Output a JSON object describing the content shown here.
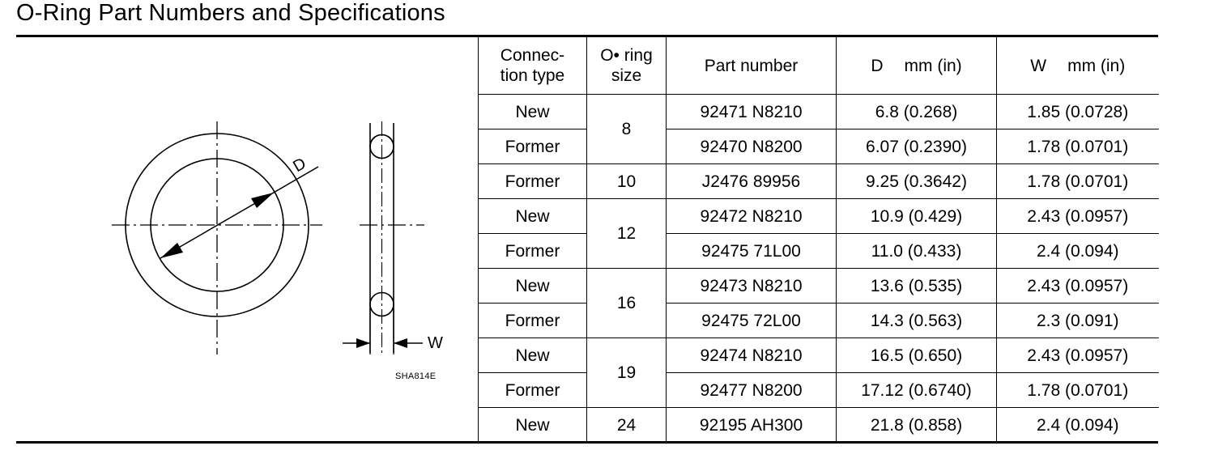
{
  "page": {
    "title": "O-Ring Part Numbers and Specifications"
  },
  "figure": {
    "label_d": "D",
    "label_w": "W",
    "code": "SHA814E"
  },
  "table": {
    "headers": {
      "connection_type_line1": "Connec-",
      "connection_type_line2": "tion type",
      "oring_size_line1": "O• ring",
      "oring_size_line2": "size",
      "part_number": "Part number",
      "d_letter": "D",
      "d_unit": "mm (in)",
      "w_letter": "W",
      "w_unit": "mm (in)"
    },
    "rows": [
      {
        "type": "New",
        "size": "8",
        "part": "92471 N8210",
        "d": "6.8 (0.268)",
        "w": "1.85 (0.0728)"
      },
      {
        "type": "Former",
        "size": "8",
        "part": "92470 N8200",
        "d": "6.07 (0.2390)",
        "w": "1.78 (0.0701)"
      },
      {
        "type": "Former",
        "size": "10",
        "part": "J2476 89956",
        "d": "9.25 (0.3642)",
        "w": "1.78 (0.0701)"
      },
      {
        "type": "New",
        "size": "12",
        "part": "92472 N8210",
        "d": "10.9 (0.429)",
        "w": "2.43 (0.0957)"
      },
      {
        "type": "Former",
        "size": "12",
        "part": "92475 71L00",
        "d": "11.0 (0.433)",
        "w": "2.4 (0.094)"
      },
      {
        "type": "New",
        "size": "16",
        "part": "92473 N8210",
        "d": "13.6 (0.535)",
        "w": "2.43 (0.0957)"
      },
      {
        "type": "Former",
        "size": "16",
        "part": "92475 72L00",
        "d": "14.3 (0.563)",
        "w": "2.3 (0.091)"
      },
      {
        "type": "New",
        "size": "19",
        "part": "92474 N8210",
        "d": "16.5 (0.650)",
        "w": "2.43 (0.0957)"
      },
      {
        "type": "Former",
        "size": "19",
        "part": "92477 N8200",
        "d": "17.12 (0.6740)",
        "w": "1.78 (0.0701)"
      },
      {
        "type": "New",
        "size": "24",
        "part": "92195 AH300",
        "d": "21.8 (0.858)",
        "w": "2.4 (0.094)"
      }
    ]
  }
}
